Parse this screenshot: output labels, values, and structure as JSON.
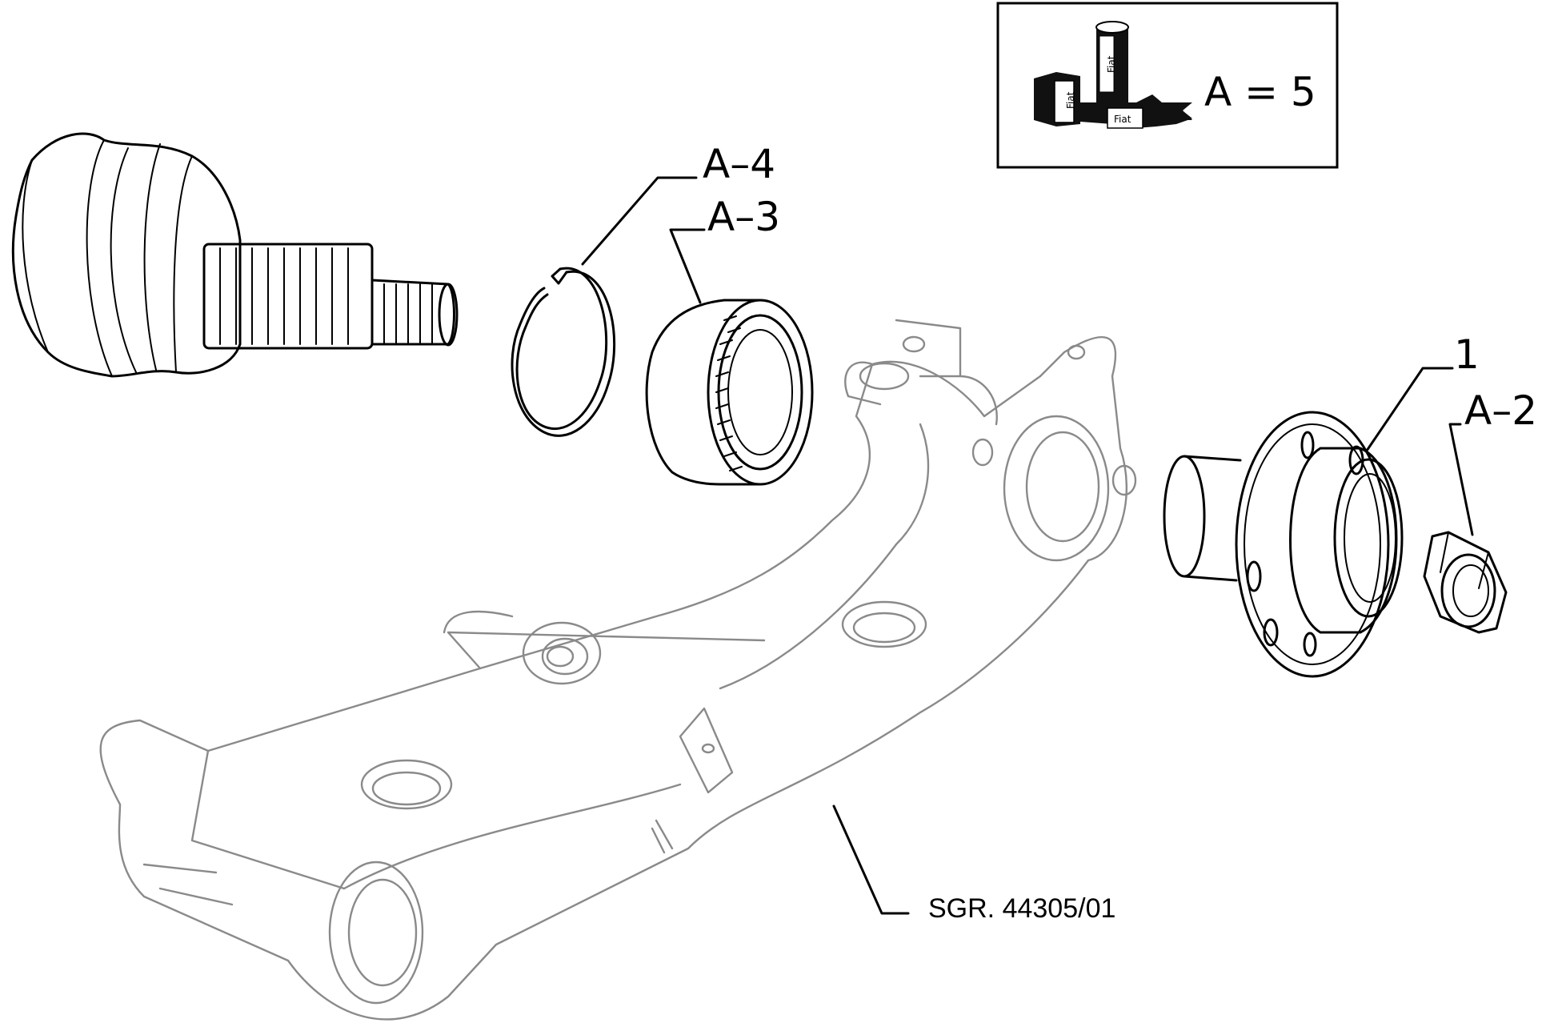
{
  "callouts": {
    "a4": "A–4",
    "a3": "A–3",
    "one": "1",
    "a2": "A–2"
  },
  "legend": {
    "kit_text": "A = 5",
    "brand_marks": [
      "Fiat",
      "Fiat",
      "Fiat"
    ]
  },
  "drawing_ref": "SGR. 44305/01"
}
